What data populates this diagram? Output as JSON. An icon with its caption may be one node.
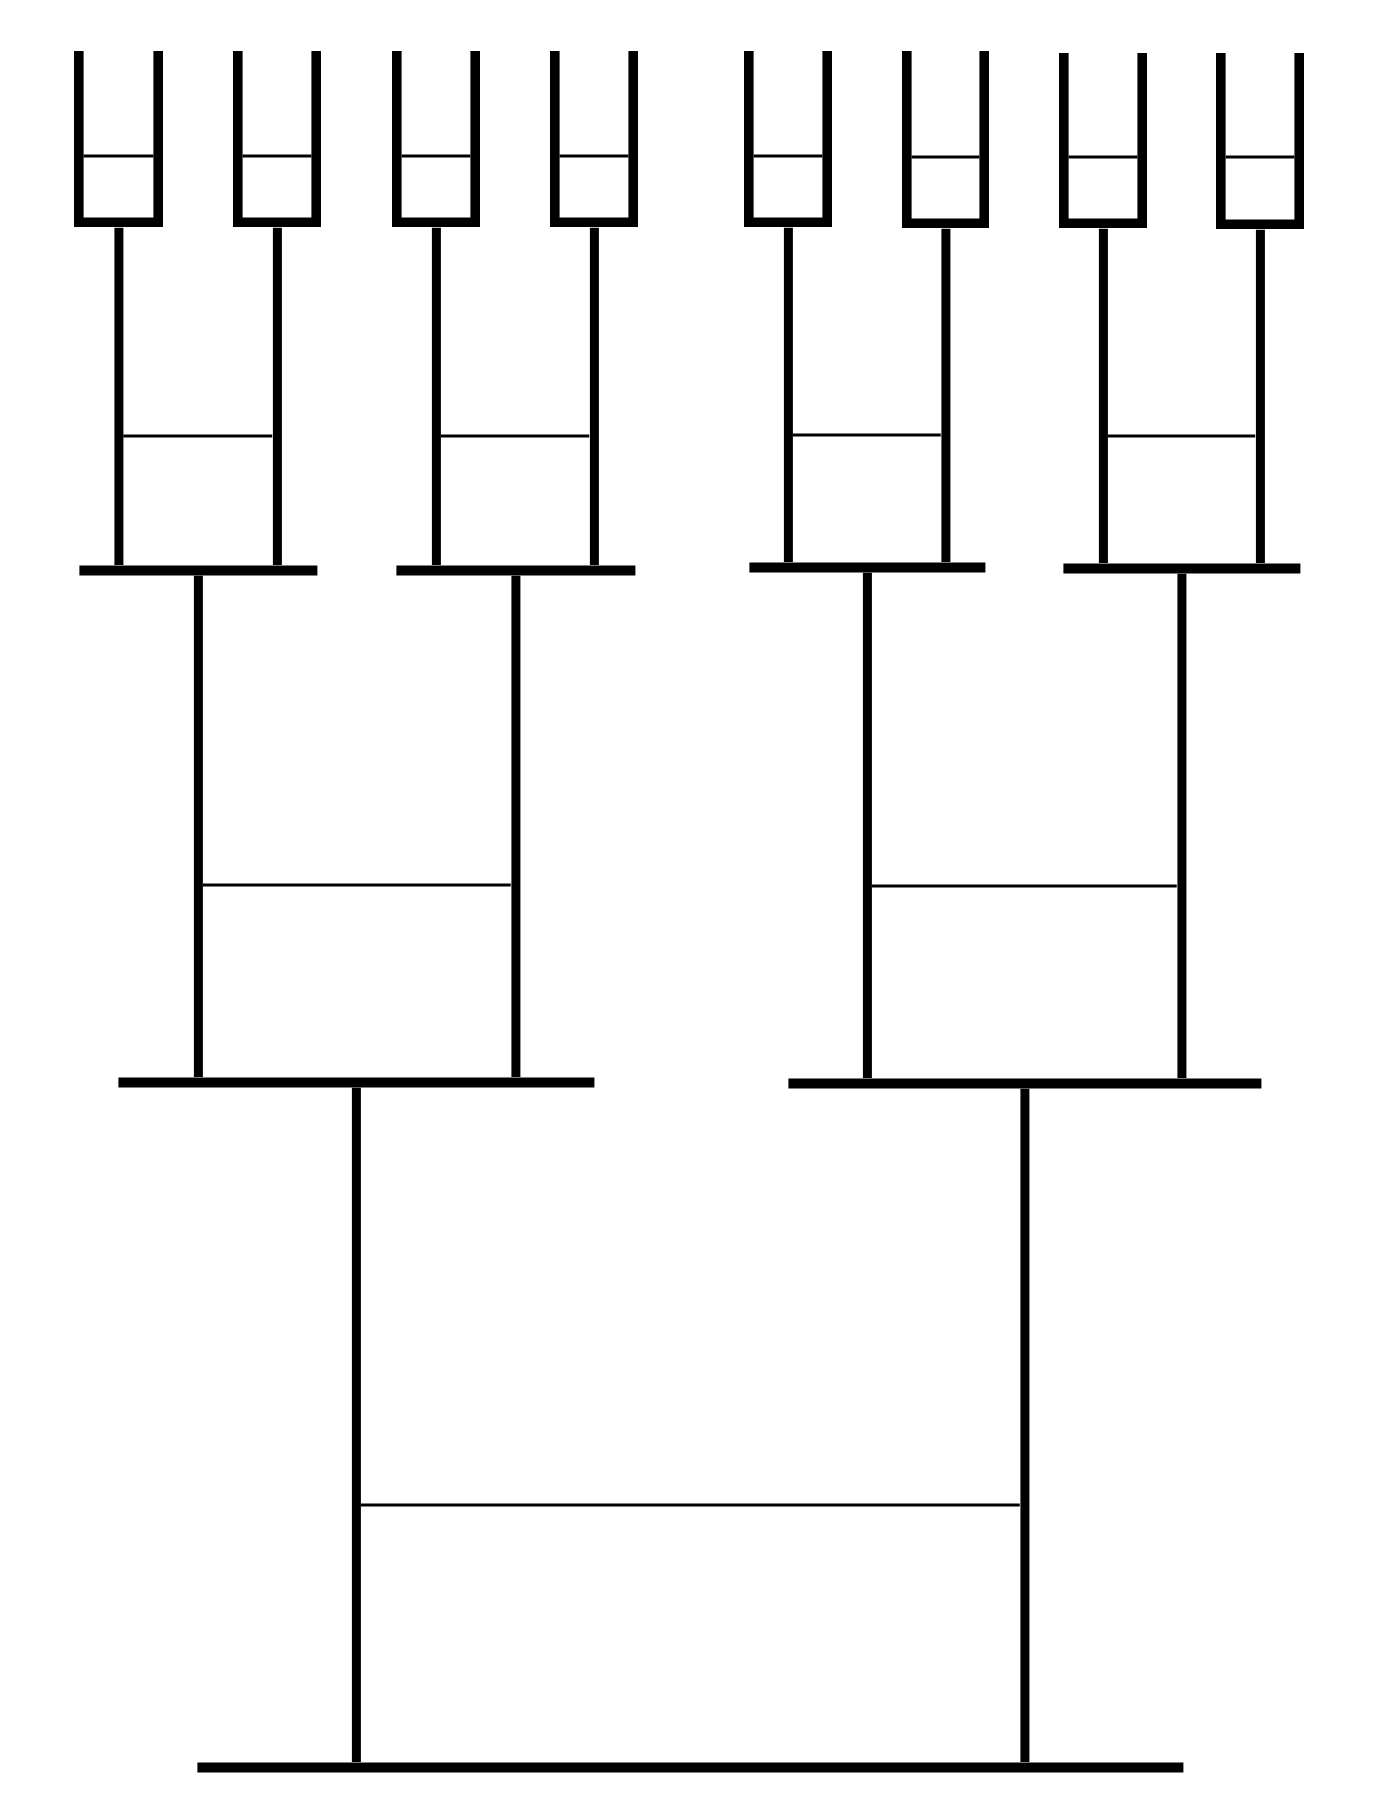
{
  "diagram": {
    "nodes": [
      {
        "text": [],
        "shape": "box"
      },
      {
        "text": [],
        "shape": "box"
      },
      {
        "text": [],
        "shape": "box"
      },
      {
        "text": [],
        "shape": "box"
      },
      {
        "text": [],
        "shape": "box"
      },
      {
        "text": [],
        "shape": "box"
      },
      {
        "text": [],
        "shape": "box"
      },
      {
        "text": [],
        "shape": "box"
      },
      {
        "text": [],
        "shape": "bar"
      },
      {
        "text": [],
        "shape": "bar"
      },
      {
        "text": [],
        "shape": "bar"
      },
      {
        "text": [],
        "shape": "bar"
      },
      {
        "text": [],
        "shape": "bar"
      },
      {
        "text": [],
        "shape": "bar"
      },
      {
        "text": [],
        "shape": "bar"
      }
    ],
    "edges": [
      {
        "from": 0,
        "to": 8,
        "arrow": "none"
      },
      {
        "from": 1,
        "to": 8,
        "arrow": "none"
      },
      {
        "from": 2,
        "to": 9,
        "arrow": "none"
      },
      {
        "from": 3,
        "to": 9,
        "arrow": "none"
      },
      {
        "from": 4,
        "to": 10,
        "arrow": "none"
      },
      {
        "from": 5,
        "to": 10,
        "arrow": "none"
      },
      {
        "from": 6,
        "to": 11,
        "arrow": "none"
      },
      {
        "from": 7,
        "to": 11,
        "arrow": "none"
      },
      {
        "from": 8,
        "to": 12,
        "arrow": "none"
      },
      {
        "from": 9,
        "to": 12,
        "arrow": "none"
      },
      {
        "from": 10,
        "to": 13,
        "arrow": "none"
      },
      {
        "from": 11,
        "to": 13,
        "arrow": "none"
      },
      {
        "from": 12,
        "to": 14,
        "arrow": "none"
      },
      {
        "from": 13,
        "to": 14,
        "arrow": "none"
      }
    ]
  }
}
